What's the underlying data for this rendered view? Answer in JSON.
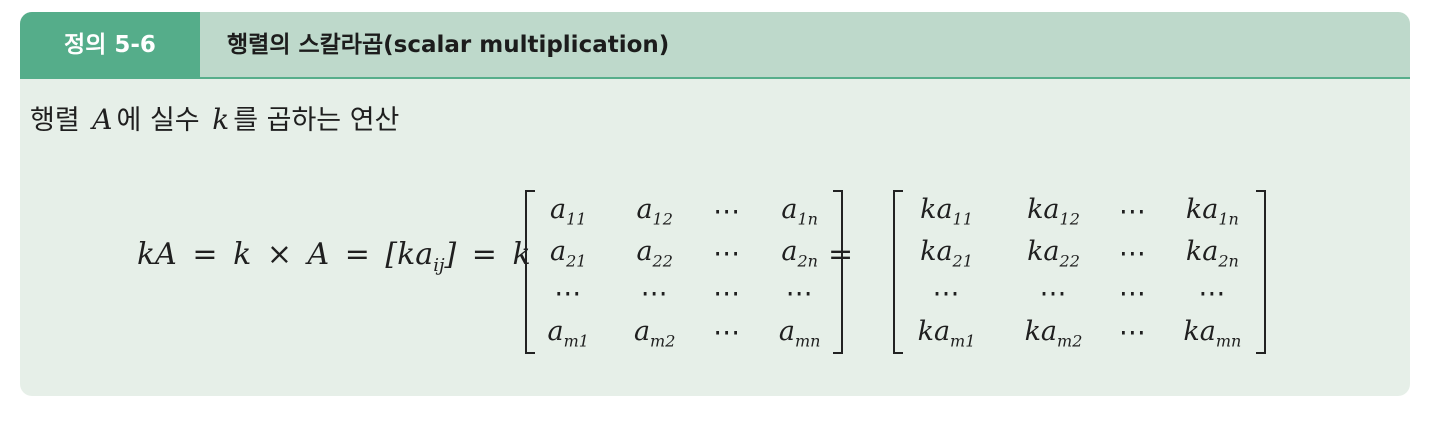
{
  "header": {
    "badge": "정의 5-6",
    "title": "행렬의 스칼라곱(scalar multiplication)"
  },
  "description": {
    "part1": "행렬",
    "var_A": "A",
    "part2": "에 실수",
    "var_k": "k",
    "part3": "를 곱하는 연산"
  },
  "formula": {
    "lhs": [
      "kA",
      "=",
      "k",
      "×",
      "A",
      "=",
      "[ka",
      "ij",
      "]",
      "=",
      "k"
    ],
    "equals": "=",
    "matrix_a": [
      [
        [
          "a",
          "11"
        ],
        [
          "a",
          "12"
        ],
        [
          "⋯",
          ""
        ],
        [
          "a",
          "1n"
        ]
      ],
      [
        [
          "a",
          "21"
        ],
        [
          "a",
          "22"
        ],
        [
          "⋯",
          ""
        ],
        [
          "a",
          "2n"
        ]
      ],
      [
        [
          "⋯",
          ""
        ],
        [
          "⋯",
          ""
        ],
        [
          "⋯",
          ""
        ],
        [
          "⋯",
          ""
        ]
      ],
      [
        [
          "a",
          "m1"
        ],
        [
          "a",
          "m2"
        ],
        [
          "⋯",
          ""
        ],
        [
          "a",
          "mn"
        ]
      ]
    ],
    "matrix_ka": [
      [
        [
          "ka",
          "11"
        ],
        [
          "ka",
          "12"
        ],
        [
          "⋯",
          ""
        ],
        [
          "ka",
          "1n"
        ]
      ],
      [
        [
          "ka",
          "21"
        ],
        [
          "ka",
          "22"
        ],
        [
          "⋯",
          ""
        ],
        [
          "ka",
          "2n"
        ]
      ],
      [
        [
          "⋯",
          ""
        ],
        [
          "⋯",
          ""
        ],
        [
          "⋯",
          ""
        ],
        [
          "⋯",
          ""
        ]
      ],
      [
        [
          "ka",
          "m1"
        ],
        [
          "ka",
          "m2"
        ],
        [
          "⋯",
          ""
        ],
        [
          "ka",
          "mn"
        ]
      ]
    ]
  }
}
